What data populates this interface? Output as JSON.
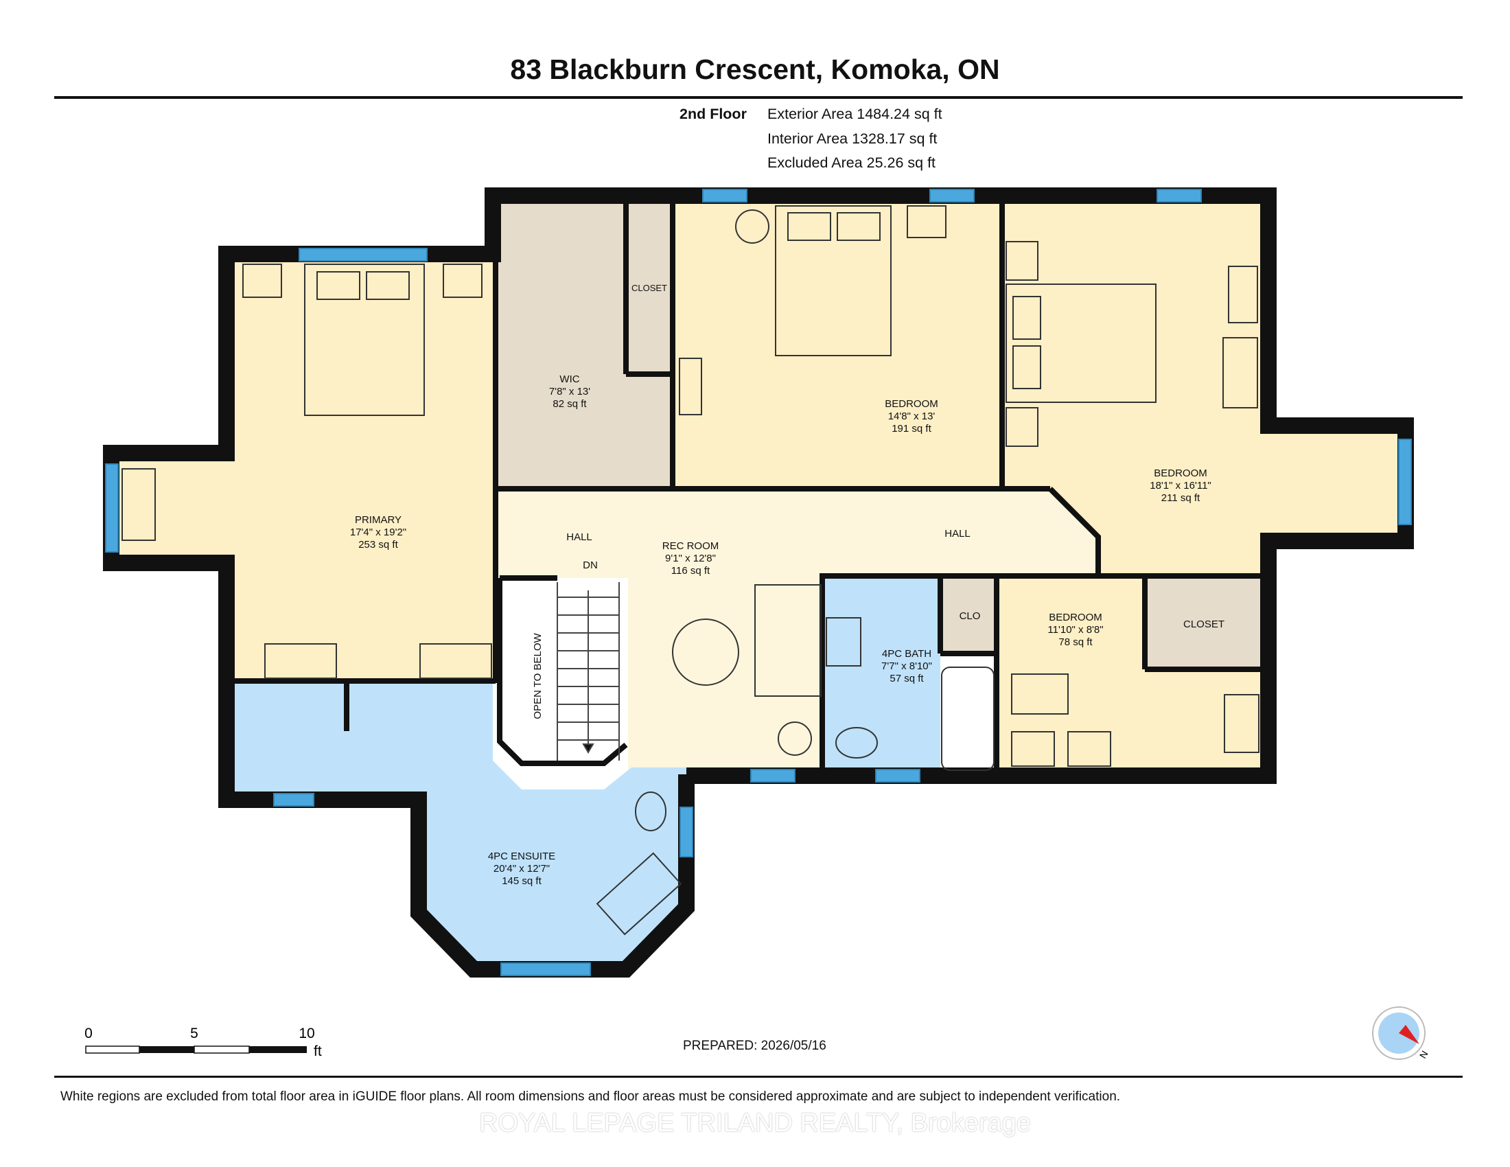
{
  "header": {
    "title": "83 Blackburn Crescent, Komoka, ON",
    "floor_label": "2nd Floor",
    "exterior_area": "Exterior Area 1484.24 sq ft",
    "interior_area": "Interior Area 1328.17 sq ft",
    "excluded_area": "Excluded Area 25.26 sq ft"
  },
  "rooms": {
    "wic": {
      "name": "WIC",
      "dims": "7'8\" x 13'",
      "area": "82 sq ft"
    },
    "closet_small": {
      "name": "CLOSET"
    },
    "bedroom_center": {
      "name": "BEDROOM",
      "dims": "14'8\" x 13'",
      "area": "191 sq ft"
    },
    "bedroom_right": {
      "name": "BEDROOM",
      "dims": "18'1\" x 16'11\"",
      "area": "211 sq ft"
    },
    "primary": {
      "name": "PRIMARY",
      "dims": "17'4\" x 19'2\"",
      "area": "253 sq ft"
    },
    "hall_left": {
      "name": "HALL"
    },
    "hall_right": {
      "name": "HALL"
    },
    "stairs_dn": {
      "name": "DN"
    },
    "rec_room": {
      "name": "REC ROOM",
      "dims": "9'1\" x 12'8\"",
      "area": "116 sq ft"
    },
    "open_to_below": {
      "name": "OPEN TO BELOW"
    },
    "bath": {
      "name": "4PC BATH",
      "dims": "7'7\" x 8'10\"",
      "area": "57 sq ft"
    },
    "clo": {
      "name": "CLO"
    },
    "bedroom_small": {
      "name": "BEDROOM",
      "dims": "11'10\" x 8'8\"",
      "area": "78 sq ft"
    },
    "closet_right": {
      "name": "CLOSET"
    },
    "ensuite": {
      "name": "4PC ENSUITE",
      "dims": "20'4\" x 12'7\"",
      "area": "145 sq ft"
    }
  },
  "scale": {
    "tick_0": "0",
    "tick_5": "5",
    "tick_10": "10",
    "unit": "ft"
  },
  "prepared": "PREPARED: 2026/05/16",
  "compass": {
    "north_label": "N"
  },
  "disclaimer": "White regions are excluded from total floor area in iGUIDE floor plans. All room dimensions and floor areas must be considered approximate and are subject to independent verification.",
  "watermark": "ROYAL LEPAGE TRILAND REALTY, Brokerage",
  "colors": {
    "bedroom_fill": "#fdefc6",
    "hall_fill": "#fdf6dd",
    "closet_fill": "#e6dccb",
    "bath_fill": "#bfe2fa",
    "wall": "#111111",
    "window": "#4aa8de"
  }
}
